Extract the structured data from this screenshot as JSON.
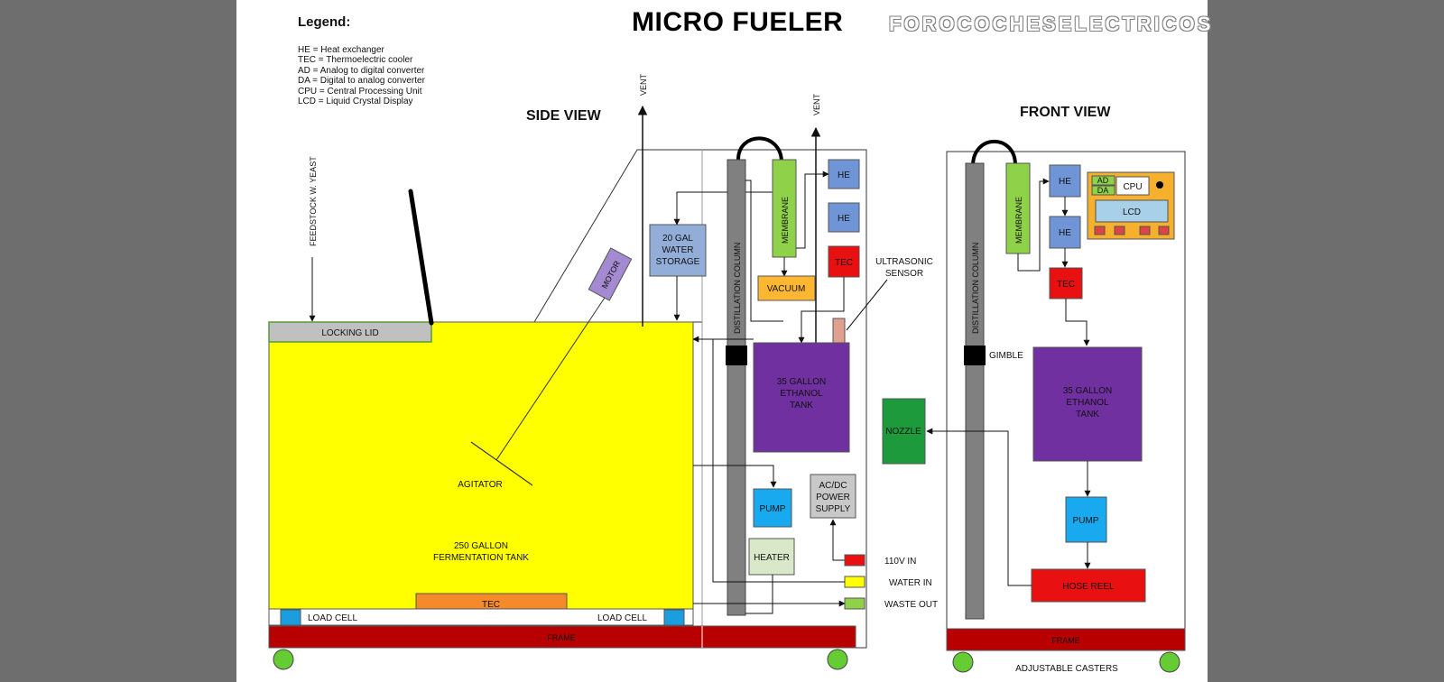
{
  "title": "MICRO FUELER",
  "watermark": "FOROCOCHESELECTRICOS",
  "legend": {
    "title": "Legend:",
    "items": [
      "HE = Heat exchanger",
      "TEC = Thermoelectric cooler",
      "AD = Analog to digital converter",
      "DA = Digital to analog converter",
      "CPU = Central Processing Unit",
      "LCD = Liquid Crystal Display"
    ]
  },
  "side_view": {
    "heading": "SIDE VIEW",
    "feedstock": "FEEDSTOCK W. YEAST",
    "locking_lid": "LOCKING LID",
    "motor": "MOTOR",
    "agitator": "AGITATOR",
    "fermentation_tank": [
      "250 GALLON",
      "FERMENTATION TANK"
    ],
    "tec_bottom": "TEC",
    "load_cell_left": "LOAD CELL",
    "load_cell_right": "LOAD CELL",
    "frame": "FRAME",
    "vent_left": "VENT",
    "vent_right": "VENT",
    "water_storage": [
      "20 GAL",
      "WATER",
      "STORAGE"
    ],
    "distillation_column": "DISTILLATION COLUMN",
    "membrane": "MEMBRANE",
    "he_1": "HE",
    "he_2": "HE",
    "tec": "TEC",
    "vacuum": "VACUUM",
    "ultrasonic_sensor": [
      "ULTRASONIC",
      "SENSOR"
    ],
    "ethanol_tank": [
      "35 GALLON",
      "ETHANOL",
      "TANK"
    ],
    "pump": "PUMP",
    "heater": "HEATER",
    "power_supply": [
      "AC/DC",
      "POWER",
      "SUPPLY"
    ],
    "in_110v": "110V IN",
    "water_in": "WATER IN",
    "waste_out": "WASTE OUT",
    "nozzle": "NOZZLE"
  },
  "front_view": {
    "heading": "FRONT VIEW",
    "distillation_column": "DISTILLATION COLUMN",
    "membrane": "MEMBRANE",
    "he_1": "HE",
    "he_2": "HE",
    "tec": "TEC",
    "ad": "AD",
    "da": "DA",
    "cpu": "CPU",
    "lcd": "LCD",
    "gimble": "GIMBLE",
    "ethanol_tank": [
      "35 GALLON",
      "ETHANOL",
      "TANK"
    ],
    "pump": "PUMP",
    "hose_reel": "HOSE REEL",
    "frame": "FRAME",
    "casters": "ADJUSTABLE CASTERS"
  },
  "colors": {
    "fermentation_tank": "#ffff00",
    "ethanol_tank": "#7030a0",
    "he": "#6f95d6",
    "tec": "#e81010",
    "membrane": "#8fd24a",
    "vacuum": "#ffb732",
    "tec_bottom": "#f58a2a",
    "load_cell": "#1a9ee0",
    "frame": "#b80000",
    "caster": "#66cc33",
    "nozzle": "#1d9a3c",
    "pump": "#19a9ef",
    "heater": "#d9e8c8",
    "power_supply": "#c8c8c8",
    "water_storage": "#92aed8",
    "column": "#808080",
    "motor": "#a48ad0",
    "controller": "#f5b02e",
    "lcd": "#a8d0e8",
    "lid": "#c0c0c0"
  }
}
